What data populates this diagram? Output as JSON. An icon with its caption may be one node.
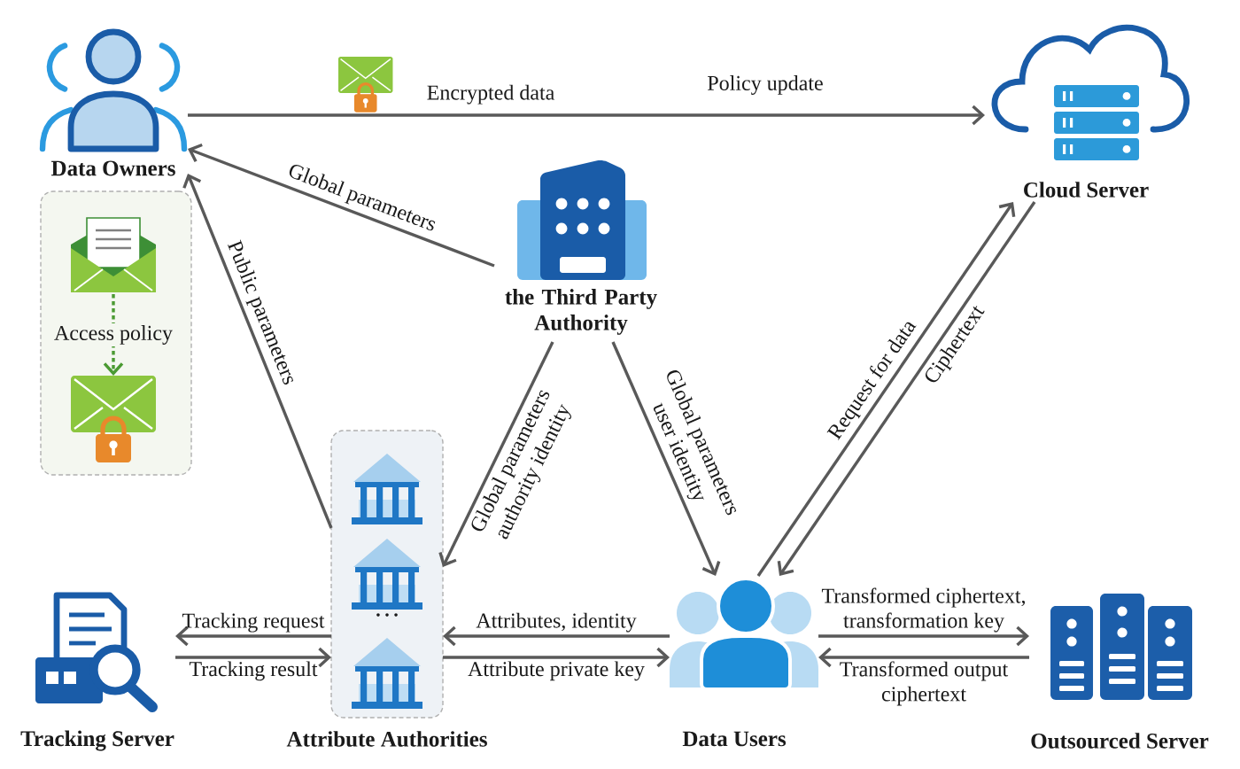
{
  "diagram": {
    "nodes": [
      {
        "text": [
          "Data Owners"
        ]
      },
      {
        "text": [
          "Cloud Server"
        ]
      },
      {
        "text": [
          "the Third Party Authority"
        ]
      },
      {
        "text": [],
        "shape": "box"
      },
      {
        "text": [],
        "shape": "picture",
        "in": 3
      },
      {
        "text": [],
        "shape": "picture",
        "in": 3
      },
      {
        "text": [
          "Tracking Server"
        ]
      },
      {
        "text": [
          "…",
          "Attribute Authorities"
        ]
      },
      {
        "text": [
          "Data Users"
        ]
      },
      {
        "text": [
          "Outsourced Server"
        ]
      }
    ],
    "edges": [
      {
        "from": 0,
        "to": 1,
        "arrow": "to",
        "label": "Encrypted data"
      },
      {
        "from": 2,
        "to": 0,
        "arrow": "to",
        "label": "Global parameters"
      },
      {
        "from": 7,
        "to": 0,
        "arrow": "to",
        "label": "Public parameters"
      },
      {
        "from": 4,
        "to": 5,
        "arrow": "to",
        "label": "Access policy",
        "style": "dashed",
        "color": "#4a9a32"
      },
      {
        "from": 2,
        "to": 7,
        "arrow": "to",
        "label": "Global parameters authority identity"
      },
      {
        "from": 2,
        "to": 8,
        "arrow": "to",
        "label": "Global parameters user identity"
      },
      {
        "from": 8,
        "to": 1,
        "arrow": "to",
        "label": "Request for data"
      },
      {
        "from": 1,
        "to": 8,
        "arrow": "to",
        "label": "Ciphertext"
      },
      {
        "from": 7,
        "to": 6,
        "arrow": "to",
        "label": "Tracking request"
      },
      {
        "from": 6,
        "to": 7,
        "arrow": "to",
        "label": "Tracking result"
      },
      {
        "from": 8,
        "to": 7,
        "arrow": "to",
        "label": "Attributes, identity"
      },
      {
        "from": 7,
        "to": 8,
        "arrow": "to",
        "label": "Attribute private key"
      },
      {
        "from": 8,
        "to": 9,
        "arrow": "to",
        "label": "Transformed ciphertext, transformation key"
      },
      {
        "from": 9,
        "to": 8,
        "arrow": "to",
        "label": "Transformed output ciphertext"
      }
    ],
    "labels": [
      "Policy update"
    ]
  }
}
